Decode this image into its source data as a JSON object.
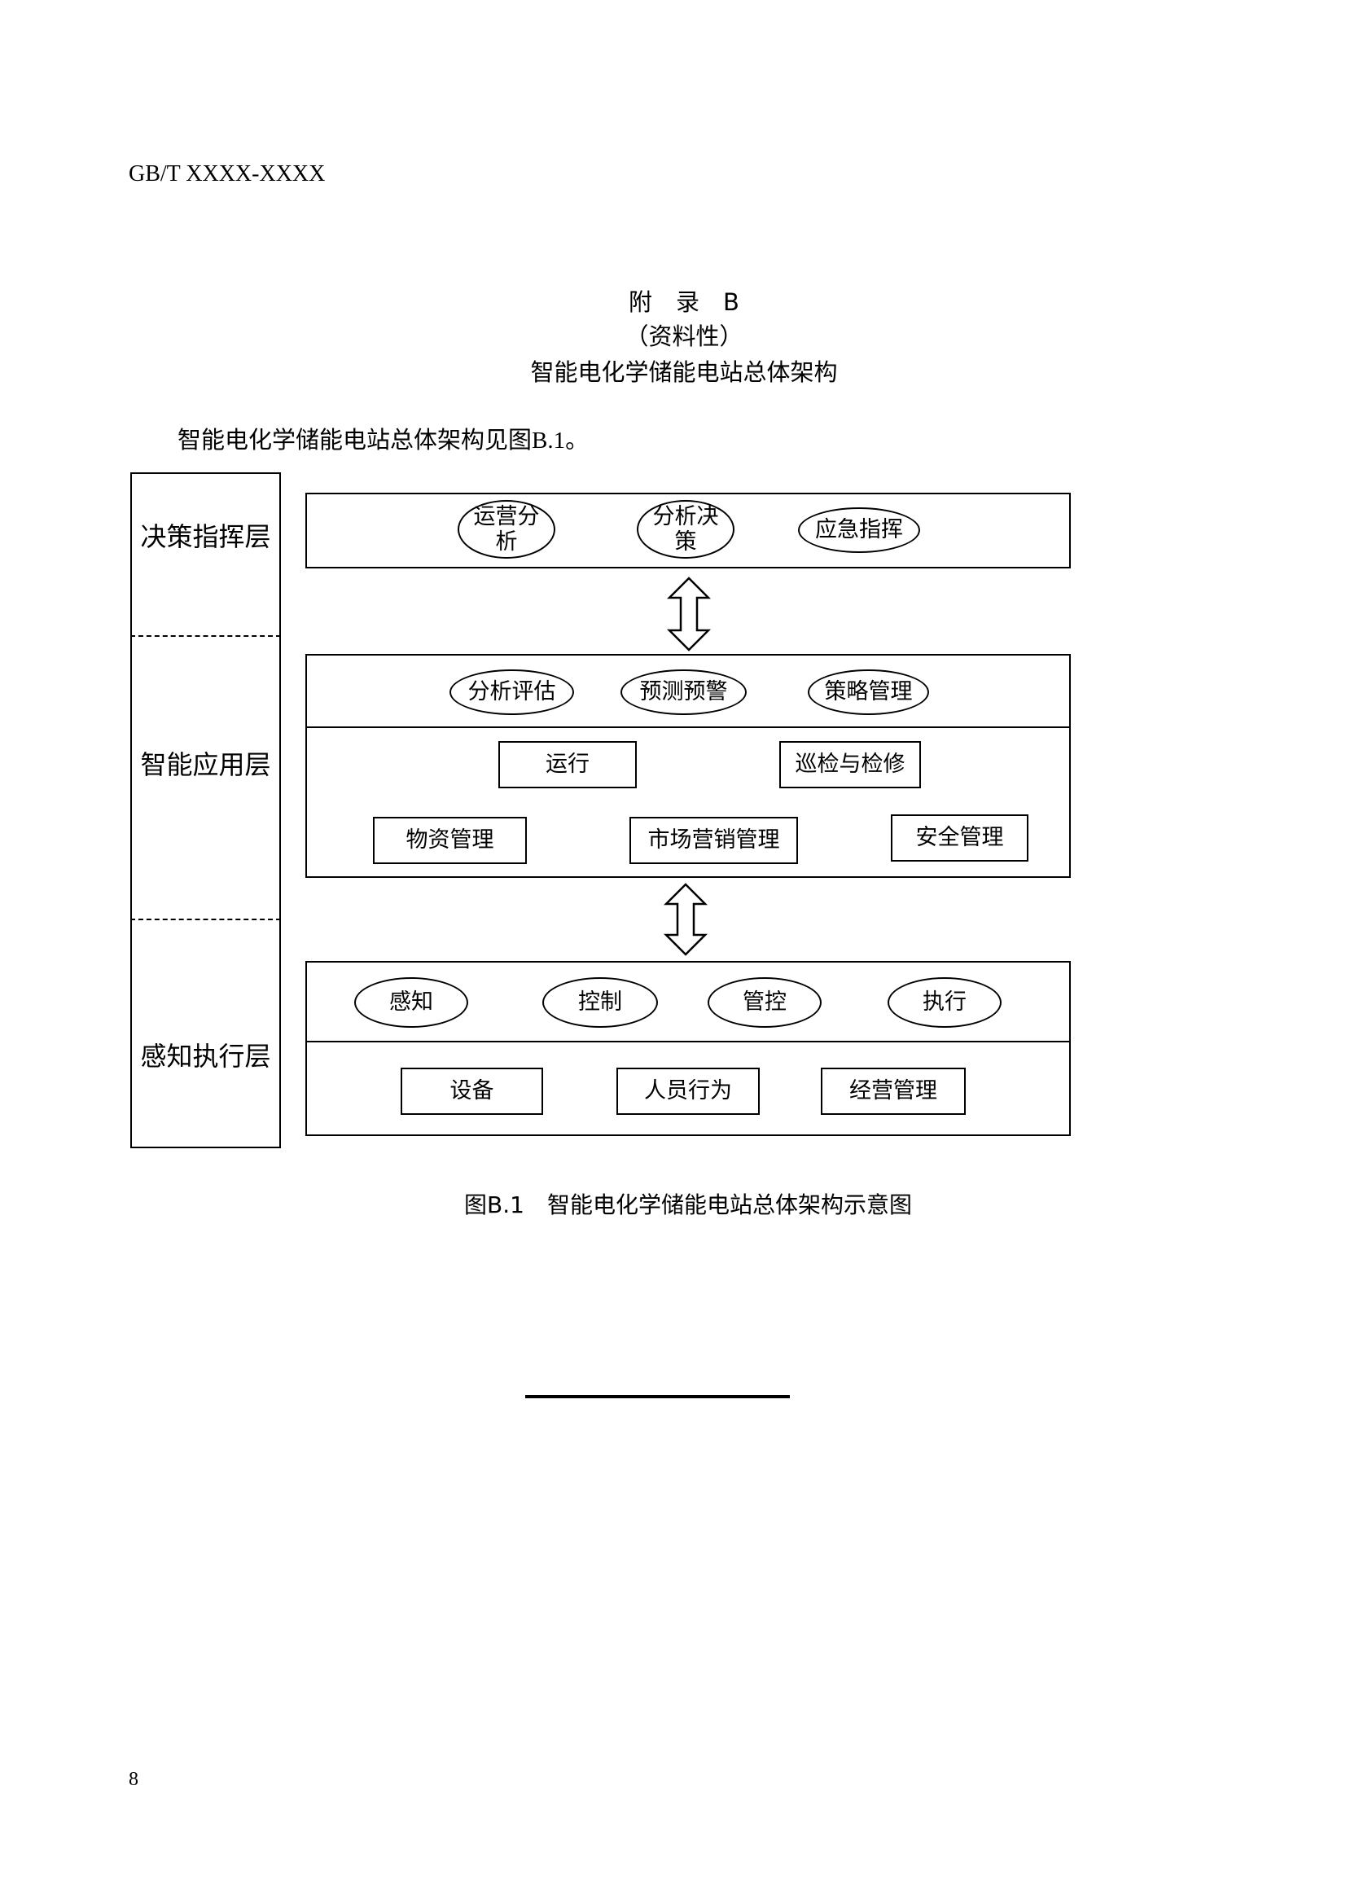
{
  "header": {
    "doc_code": "GB/T XXXX-XXXX"
  },
  "appendix": {
    "label": "附　录　B",
    "type": "（资料性）",
    "title": "智能电化学储能电站总体架构"
  },
  "intro_text": "智能电化学储能电站总体架构见图B.1。",
  "diagram": {
    "layers": {
      "decision": "决策指挥层",
      "application": "智能应用层",
      "perception": "感知执行层"
    },
    "decision_items": [
      "运营分析",
      "分析决策",
      "应急指挥"
    ],
    "application_top": [
      "分析评估",
      "预测预警",
      "策略管理"
    ],
    "application_mid": [
      "运行",
      "巡检与检修"
    ],
    "application_bottom": [
      "物资管理",
      "市场营销管理",
      "安全管理"
    ],
    "perception_top": [
      "感知",
      "控制",
      "管控",
      "执行"
    ],
    "perception_bottom": [
      "设备",
      "人员行为",
      "经营管理"
    ]
  },
  "figure_caption": "图B.1　智能电化学储能电站总体架构示意图",
  "page_number": "8"
}
